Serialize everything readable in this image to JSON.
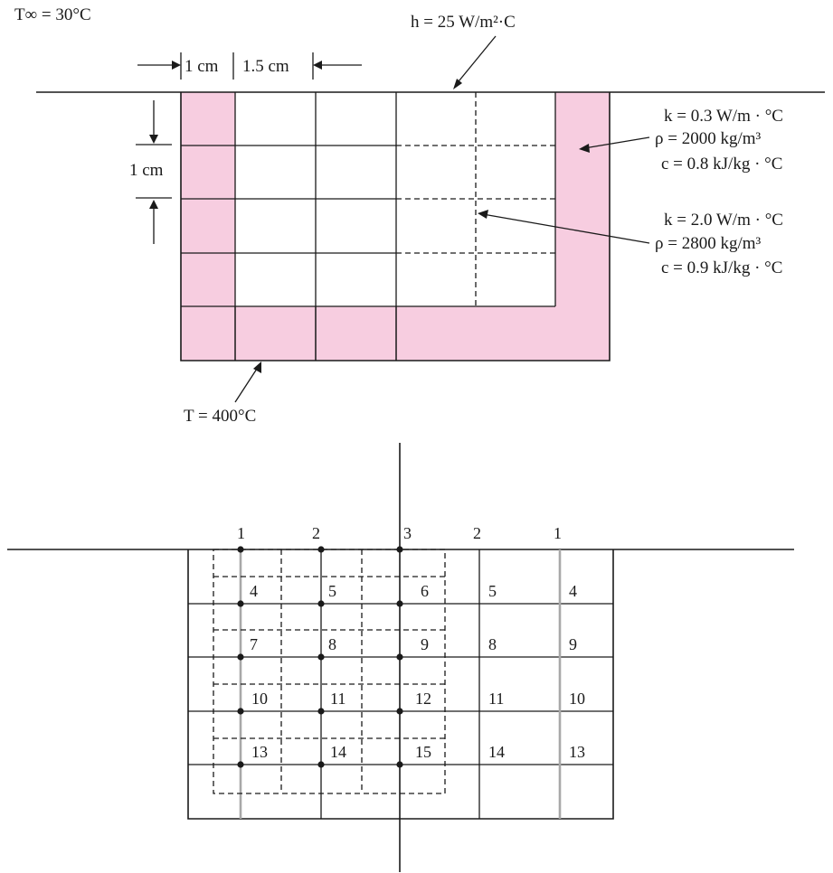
{
  "top_figure": {
    "ambient_label": "T∞ = 30°C",
    "convection_label": "h = 25 W/m²·C",
    "dim_1cm_label": "1 cm",
    "dim_1_5cm_label": "1.5 cm",
    "dim_vertical_label": "1 cm",
    "base_temp_label": "T = 400°C",
    "material_outer": {
      "k": "k = 0.3 W/m · °C",
      "rho": "ρ = 2000 kg/m³",
      "c": "c = 0.8 kJ/kg · °C"
    },
    "material_inner": {
      "k": "k = 2.0 W/m · °C",
      "rho": "ρ = 2800 kg/m³",
      "c": "c = 0.9 kJ/kg · °C"
    },
    "colors": {
      "outer_fill": "#f7cde0",
      "line": "#1a1a1a"
    }
  },
  "bottom_figure": {
    "top_labels": [
      "1",
      "2",
      "3",
      "2",
      "1"
    ],
    "left_nodes": [
      [
        "4",
        "5",
        "6"
      ],
      [
        "7",
        "8",
        "9"
      ],
      [
        "10",
        "11",
        "12"
      ],
      [
        "13",
        "14",
        "15"
      ]
    ],
    "right_nodes": [
      [
        "5",
        "4"
      ],
      [
        "8",
        "9"
      ],
      [
        "11",
        "10"
      ],
      [
        "14",
        "13"
      ]
    ],
    "colors": {
      "grey_line": "#a8a8a8"
    }
  }
}
